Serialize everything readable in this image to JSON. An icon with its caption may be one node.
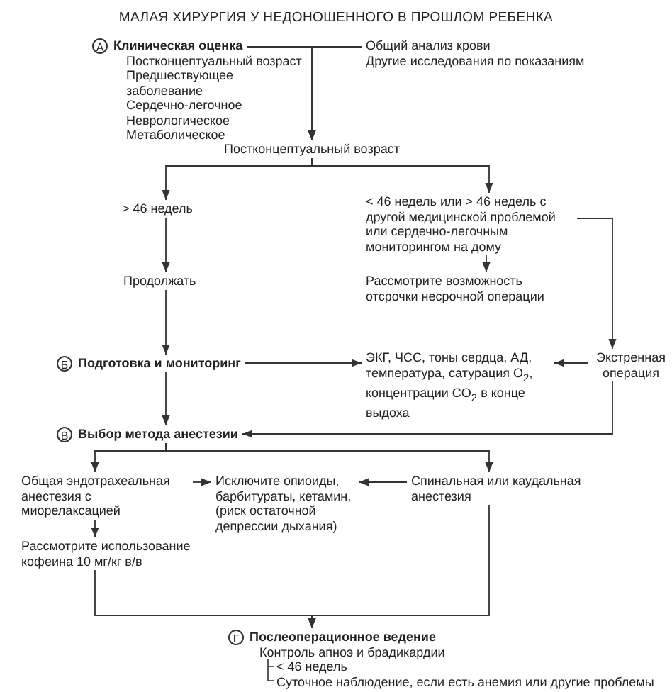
{
  "diagram": {
    "title": "МАЛАЯ ХИРУРГИЯ У НЕДОНОШЕННОГО В ПРОШЛОМ РЕБЕНКА",
    "nodes": [
      {
        "text": [
          "А",
          "Клиническая оценка",
          "Постконцептуальный возраст",
          "Предшествующее заболевание",
          "Сердечно-легочное",
          "Неврологическое",
          "Метаболическое"
        ]
      },
      {
        "text": [
          "Общий анализ крови",
          "Другие исследования по показаниям"
        ]
      },
      {
        "text": [
          "Постконцептуальный возраст"
        ]
      },
      {
        "text": [
          "> 46 недель"
        ]
      },
      {
        "text": [
          "< 46 недель или > 46 недель с другой медицинской проблемой или сердечно-легочным мониторингом на дому"
        ]
      },
      {
        "text": [
          "Рассмотрите возможность отсрочки несрочной операции"
        ]
      },
      {
        "text": [
          "Продолжать"
        ]
      },
      {
        "text": [
          "Б",
          "Подготовка и мониторинг"
        ]
      },
      {
        "text": [
          "ЭКГ, ЧСС, тоны сердца, АД, температура, сатурация O$_{2}$, концентрации CO$_{2}$ в конце выдоха"
        ]
      },
      {
        "text": [
          "Экстренная операция"
        ]
      },
      {
        "text": [
          "В",
          "Выбор метода анестезии"
        ]
      },
      {
        "text": [
          "Общая эндотрахеальная анестезия с миорелаксацией"
        ]
      },
      {
        "text": [
          "Исключите опиоиды, барбитураты, кетамин, (риск остаточной депрессии дыхания)"
        ]
      },
      {
        "text": [
          "Спинальная или каудальная анестезия"
        ]
      },
      {
        "text": [
          "Рассмотрите использование кофеина 10 мг/кг в/в"
        ]
      },
      {
        "text": [
          "Г",
          "Послеоперационное ведение",
          "Контроль апноэ и брадикардии",
          "< 46 недель",
          "Суточное наблюдение, если есть анемия или другие проблемы"
        ]
      }
    ],
    "edges": [
      {
        "from": 0,
        "to": 2,
        "arrow": "to"
      },
      {
        "from": 1,
        "to": 2,
        "arrow": "to"
      },
      {
        "from": 2,
        "to": 3,
        "arrow": "to"
      },
      {
        "from": 2,
        "to": 4,
        "arrow": "to"
      },
      {
        "from": 4,
        "to": 9,
        "arrow": "to"
      },
      {
        "from": 4,
        "to": 5,
        "arrow": "to"
      },
      {
        "from": 3,
        "to": 6,
        "arrow": "to"
      },
      {
        "from": 6,
        "to": 7,
        "arrow": "to"
      },
      {
        "from": 7,
        "to": 8,
        "arrow": "to"
      },
      {
        "from": 9,
        "to": 8,
        "arrow": "to"
      },
      {
        "from": 9,
        "to": 10,
        "arrow": "to"
      },
      {
        "from": 7,
        "to": 10,
        "arrow": "to"
      },
      {
        "from": 10,
        "to": 11,
        "arrow": "to"
      },
      {
        "from": 10,
        "to": 13,
        "arrow": "to"
      },
      {
        "from": 11,
        "to": 12,
        "arrow": "to"
      },
      {
        "from": 13,
        "to": 12,
        "arrow": "to"
      },
      {
        "from": 11,
        "to": 14,
        "arrow": "to"
      },
      {
        "from": 14,
        "to": 15,
        "arrow": "to"
      },
      {
        "from": 13,
        "to": 15,
        "arrow": "to"
      }
    ]
  }
}
